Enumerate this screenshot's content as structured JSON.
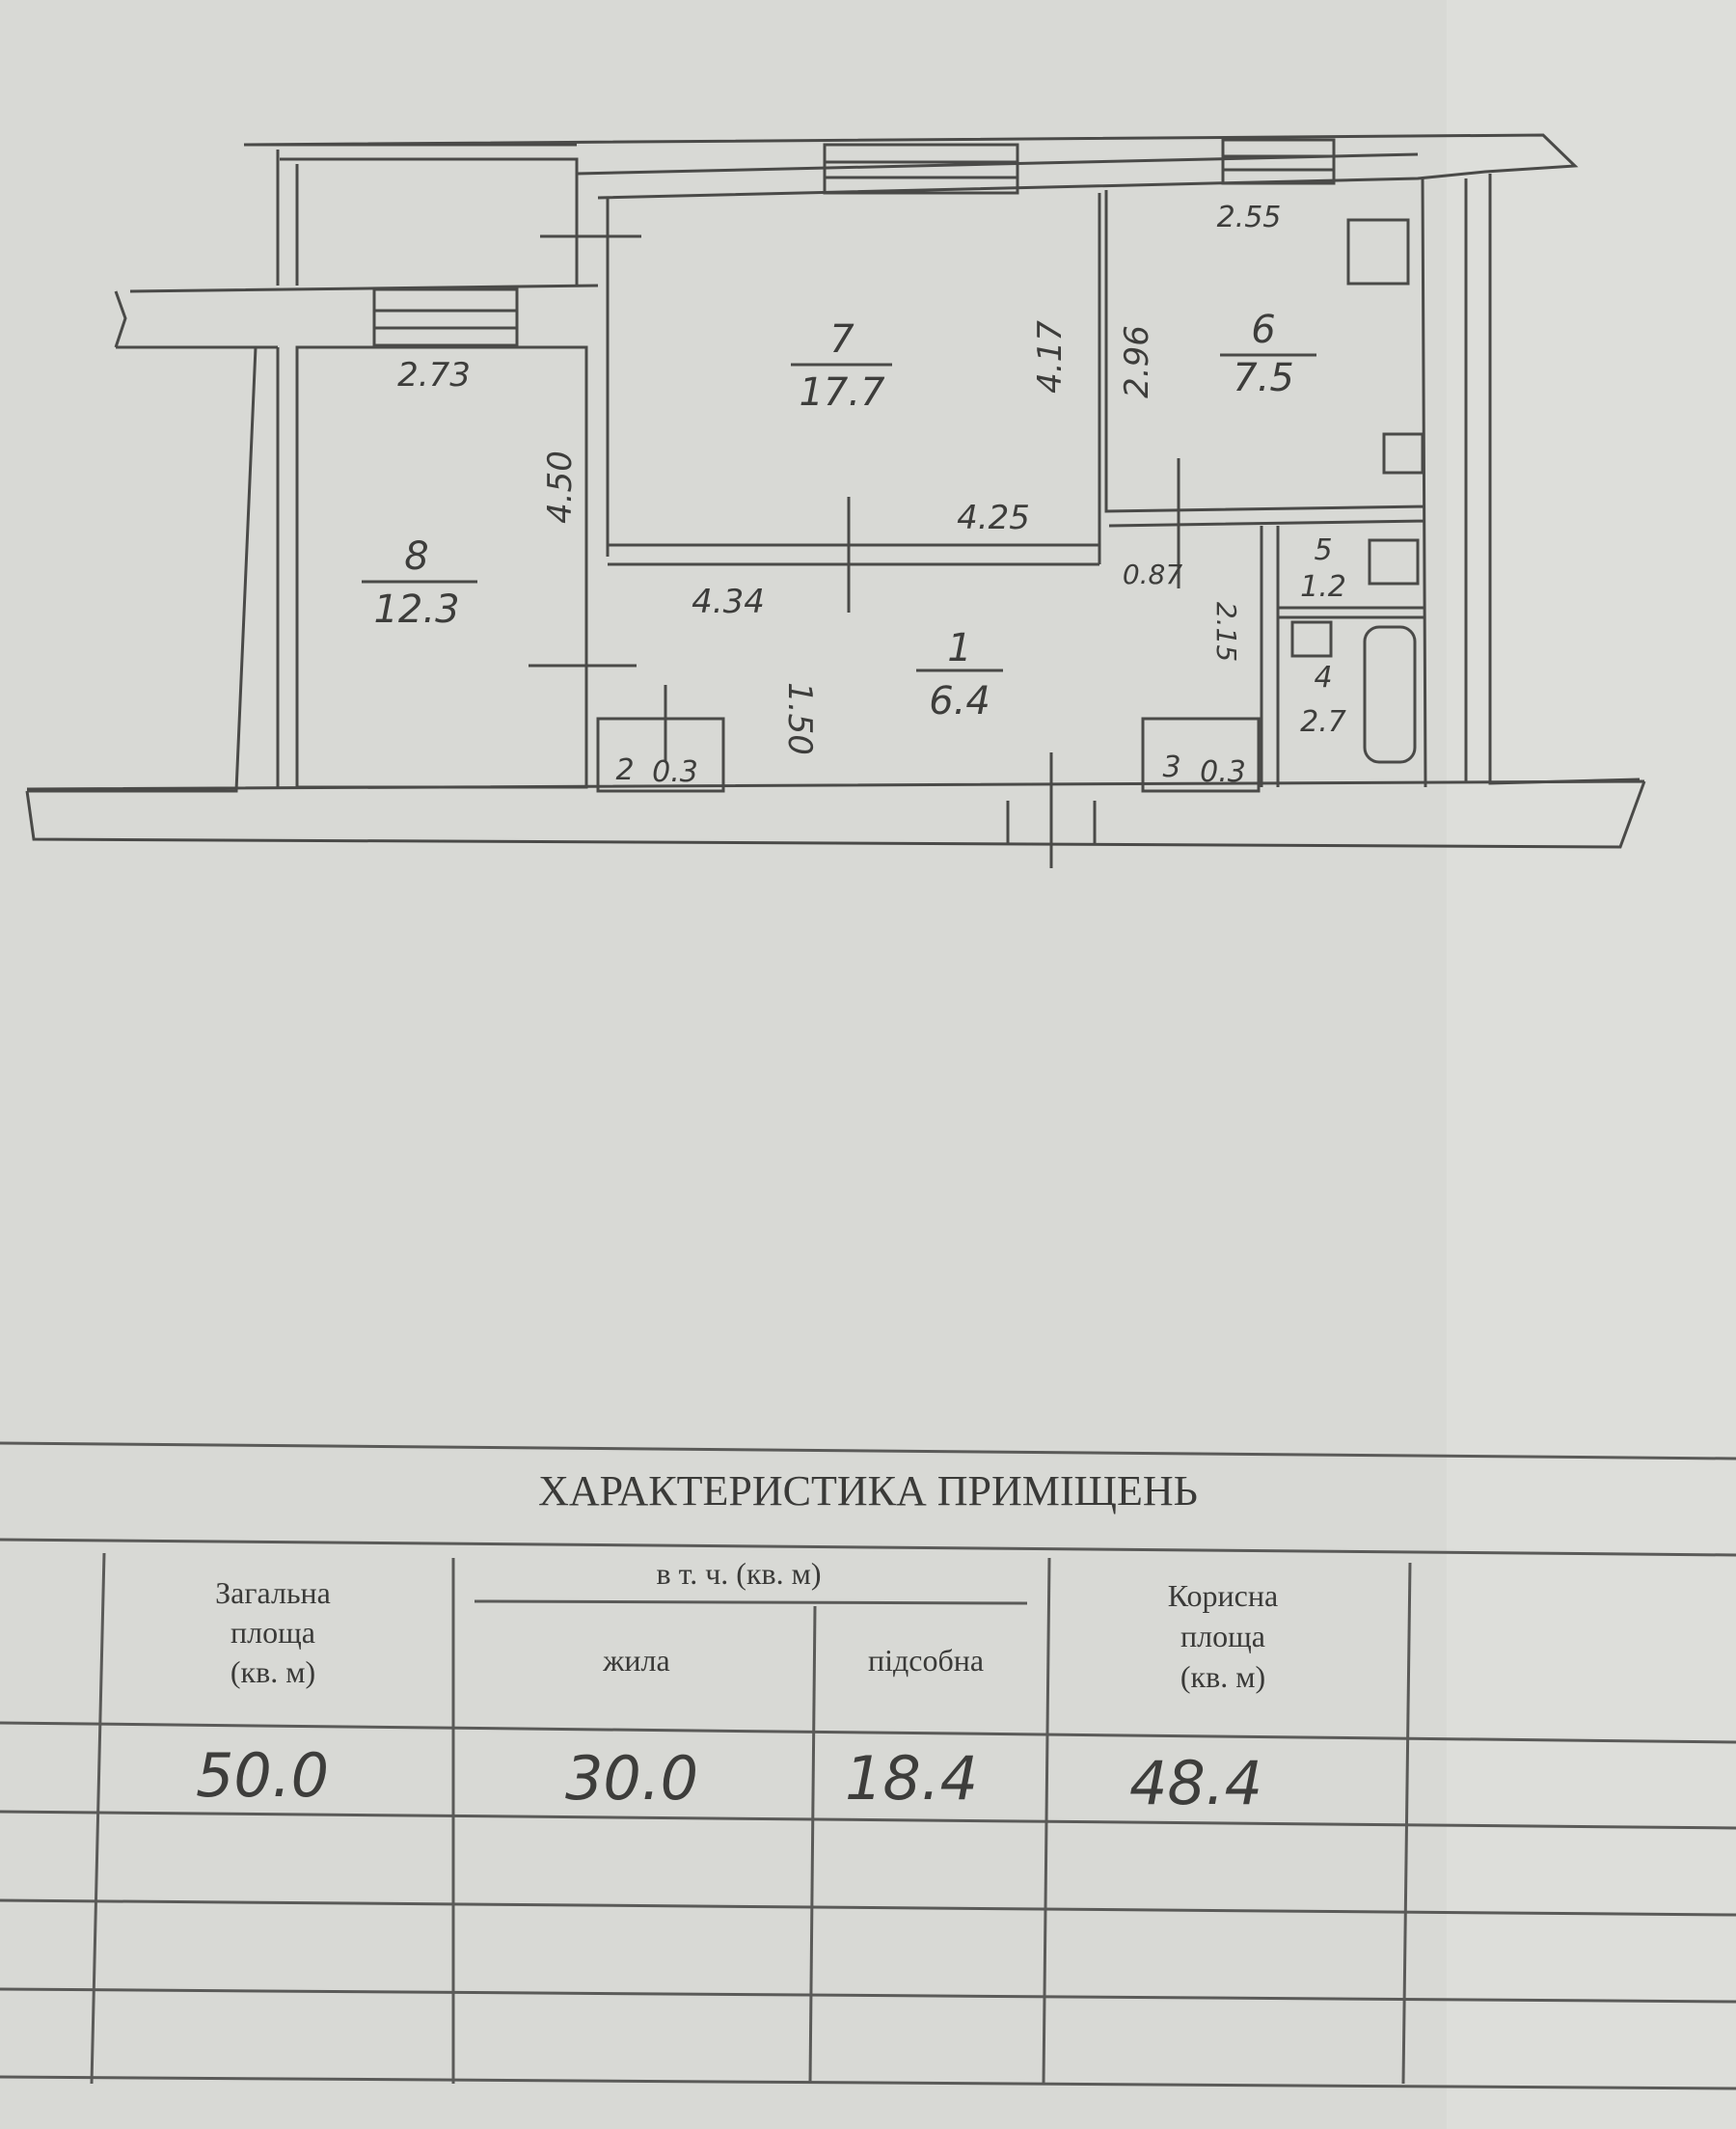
{
  "plan": {
    "rooms": [
      {
        "number": "7",
        "area": "17.7"
      },
      {
        "number": "6",
        "area": "7.5"
      },
      {
        "number": "8",
        "area": "12.3"
      },
      {
        "number": "1",
        "area": "6.4"
      },
      {
        "number": "5",
        "area": "1.2"
      },
      {
        "number": "4",
        "area": "2.7"
      },
      {
        "number": "2",
        "area": "0.3"
      },
      {
        "number": "3",
        "area": "0.3"
      }
    ],
    "dimensions": {
      "room8_width": "2.73",
      "room8_length": "4.50",
      "room7_height": "4.17",
      "room7_width": "4.25",
      "room6_height": "2.96",
      "room6_width": "2.55",
      "corridor_length": "4.34",
      "corridor_width": "1.50",
      "passage": "0.87",
      "bath_length": "2.15"
    }
  },
  "table": {
    "title": "ХАРАКТЕРИСТИКА ПРИМІЩЕНЬ",
    "headers": {
      "total": [
        "Загальна",
        "площа",
        "(кв. м)"
      ],
      "including": "в т. ч. (кв. м)",
      "living": "жила",
      "auxiliary": "підсобна",
      "useful": [
        "Корисна",
        "площа",
        "(кв. м)"
      ]
    },
    "row": {
      "total": "50.0",
      "living": "30.0",
      "auxiliary": "18.4",
      "useful": "48.4"
    }
  }
}
